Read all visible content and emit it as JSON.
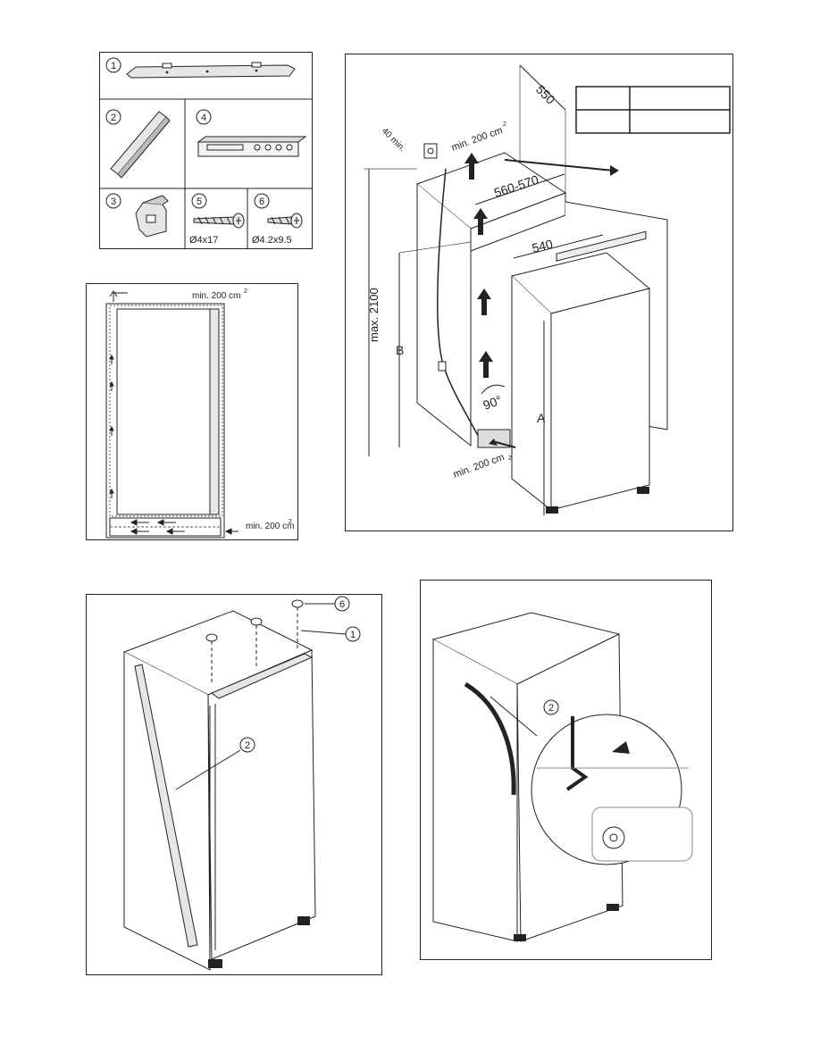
{
  "parts": {
    "items": [
      {
        "num": "1"
      },
      {
        "num": "2"
      },
      {
        "num": "4"
      },
      {
        "num": "3"
      },
      {
        "num": "5",
        "size": "Ø4x17"
      },
      {
        "num": "6",
        "size": "Ø4.2x9.5"
      }
    ]
  },
  "ventilation": {
    "top_label": "min. 200 cm",
    "top_sup": "2",
    "bottom_label": "min. 200 cm",
    "bottom_sup": "2"
  },
  "niche": {
    "depth": "550",
    "side_gap": "40 min.",
    "top_vent": "min. 200 cm",
    "top_vent_sup": "2",
    "width": "560-570",
    "appliance_width": "540",
    "height_max": "max. 2100",
    "dim_b": "B",
    "dim_a": "A",
    "angle": "90°",
    "bottom_vent": "min. 200 cm",
    "bottom_vent_sup": "2"
  },
  "mounting": {
    "callout_1": "1",
    "callout_2": "2",
    "callout_6": "6"
  },
  "sealing": {
    "callout_2": "2"
  }
}
